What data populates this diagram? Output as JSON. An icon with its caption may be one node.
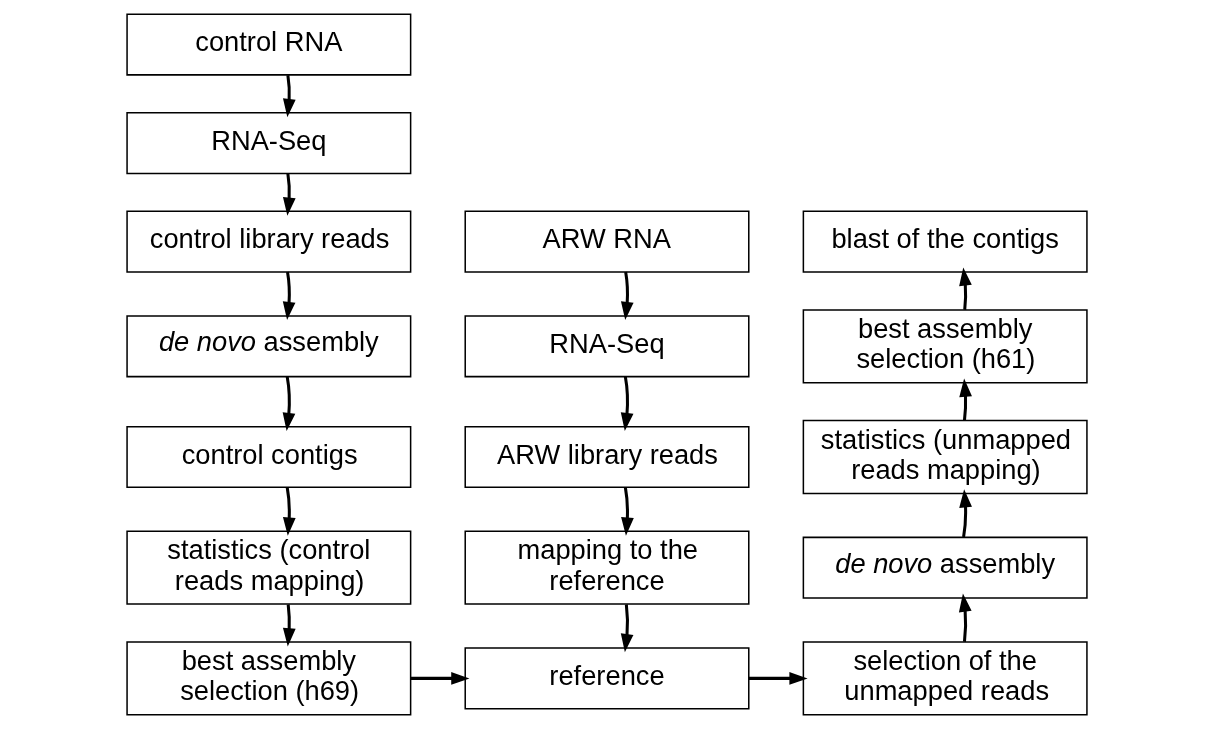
{
  "diagram": {
    "nodes": [
      {
        "text": [
          "control RNA"
        ]
      },
      {
        "text": [
          "RNA-Seq"
        ]
      },
      {
        "text": [
          "control library reads"
        ]
      },
      {
        "text": [
          "*de novo* assembly"
        ]
      },
      {
        "text": [
          "control contigs"
        ]
      },
      {
        "text": [
          "statistics (control reads mapping)"
        ]
      },
      {
        "text": [
          "best assembly selection (h69)"
        ]
      },
      {
        "text": [
          "ARW RNA"
        ]
      },
      {
        "text": [
          "RNA-Seq"
        ]
      },
      {
        "text": [
          "ARW library reads"
        ]
      },
      {
        "text": [
          "mapping to the reference"
        ]
      },
      {
        "text": [
          "reference"
        ]
      },
      {
        "text": [
          "blast of the contigs"
        ]
      },
      {
        "text": [
          "best assembly selection (h61)"
        ]
      },
      {
        "text": [
          "statistics (unmapped reads mapping)"
        ]
      },
      {
        "text": [
          "*de novo* assembly"
        ]
      },
      {
        "text": [
          "selection of the unmapped reads"
        ]
      }
    ],
    "edges": [
      {
        "from": 0,
        "to": 1,
        "arrow": "to"
      },
      {
        "from": 1,
        "to": 2,
        "arrow": "to"
      },
      {
        "from": 2,
        "to": 3,
        "arrow": "to"
      },
      {
        "from": 3,
        "to": 4,
        "arrow": "to"
      },
      {
        "from": 4,
        "to": 5,
        "arrow": "to"
      },
      {
        "from": 5,
        "to": 6,
        "arrow": "to"
      },
      {
        "from": 6,
        "to": 11,
        "arrow": "to"
      },
      {
        "from": 7,
        "to": 8,
        "arrow": "to"
      },
      {
        "from": 8,
        "to": 9,
        "arrow": "to"
      },
      {
        "from": 9,
        "to": 10,
        "arrow": "to"
      },
      {
        "from": 10,
        "to": 11,
        "arrow": "to"
      },
      {
        "from": 11,
        "to": 16,
        "arrow": "to"
      },
      {
        "from": 16,
        "to": 15,
        "arrow": "to"
      },
      {
        "from": 15,
        "to": 14,
        "arrow": "to"
      },
      {
        "from": 14,
        "to": 13,
        "arrow": "to"
      },
      {
        "from": 13,
        "to": 12,
        "arrow": "to"
      }
    ]
  }
}
